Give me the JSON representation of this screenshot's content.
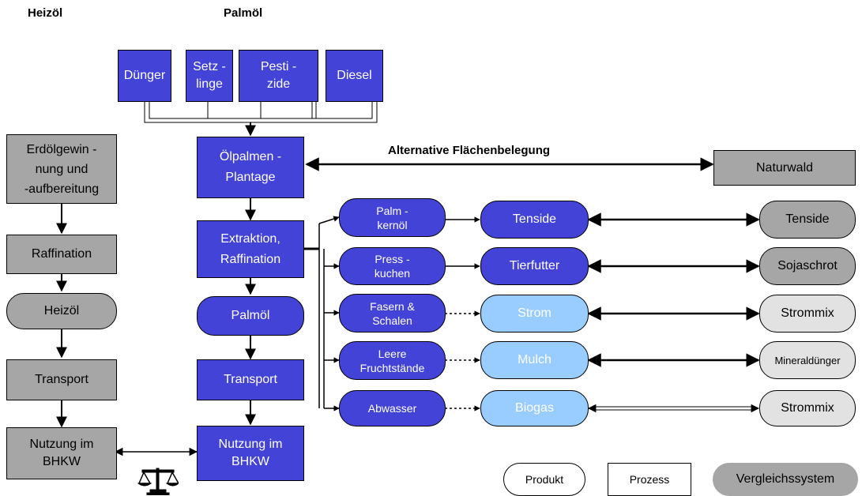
{
  "headers": {
    "heizoel": "Heizöl",
    "palmoel": "Palmöl"
  },
  "inputs": [
    {
      "label": "Dünger"
    },
    {
      "label": "Setz -\nlinge"
    },
    {
      "label": "Pesti -\nzide"
    },
    {
      "label": "Diesel"
    }
  ],
  "heizoel_chain": [
    {
      "label": "Erdölgewin -\nnung und\n-aufbereitung"
    },
    {
      "label": "Raffination"
    },
    {
      "label": "Heizöl"
    },
    {
      "label": "Transport"
    },
    {
      "label": "Nutzung im\nBHKW"
    }
  ],
  "palmoel_chain": [
    {
      "label": "Ölpalmen -\nPlantage"
    },
    {
      "label": "Extraktion,\nRaffination"
    },
    {
      "label": "Palmöl"
    },
    {
      "label": "Transport"
    },
    {
      "label": "Nutzung im\nBHKW"
    }
  ],
  "alternative": {
    "label": "Alternative Flächenbelegung",
    "target": "Naturwald"
  },
  "byproducts": [
    {
      "label": "Palm -\nkernöl",
      "use": "Tenside",
      "compare": "Tenside"
    },
    {
      "label": "Press -\nkuchen",
      "use": "Tierfutter",
      "compare": "Sojaschrot"
    },
    {
      "label": "Fasern &\nSchalen",
      "use": "Strom",
      "compare": "Strommix"
    },
    {
      "label": "Leere\nFruchtstände",
      "use": "Mulch",
      "compare": "Mineraldünger"
    },
    {
      "label": "Abwasser",
      "use": "Biogas",
      "compare": "Strommix"
    }
  ],
  "legend": {
    "product": "Produkt",
    "process": "Prozess",
    "comparison": "Vergleichssystem"
  },
  "colors": {
    "process_blue": "#4343d7",
    "grey": "#a6a6a6",
    "light_blue": "#99ccff",
    "light_grey": "#e2e2e2"
  },
  "icons": {
    "scale": "balance-scale-icon"
  }
}
